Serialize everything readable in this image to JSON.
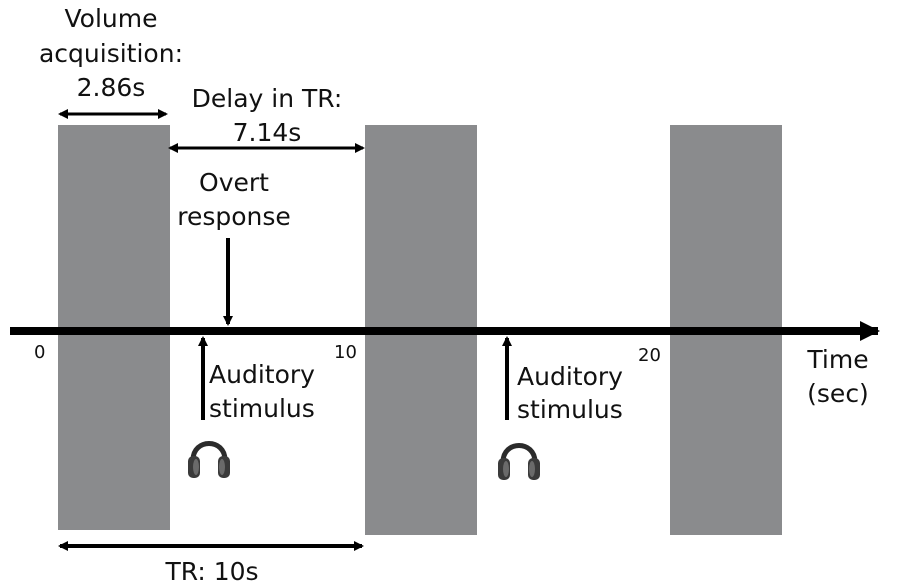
{
  "colors": {
    "volume_block": "#8a8b8d",
    "axis": "#000000",
    "text": "#111111"
  },
  "labels": {
    "volume_acquisition_line1": "Volume",
    "volume_acquisition_line2": "acquisition:",
    "volume_acquisition_value": "2.86s",
    "delay_line1": "Delay in TR:",
    "delay_value": "7.14s",
    "overt_line1": "Overt",
    "overt_line2": "response",
    "auditory1_line1": "Auditory",
    "auditory1_line2": "stimulus",
    "auditory2_line1": "Auditory",
    "auditory2_line2": "stimulus",
    "time_line1": "Time",
    "time_line2": "(sec)",
    "tr": "TR: 10s"
  },
  "ticks": {
    "t0": "0",
    "t10": "10",
    "t20": "20"
  },
  "icons": {
    "stimulus_icon": "headphones-icon"
  }
}
